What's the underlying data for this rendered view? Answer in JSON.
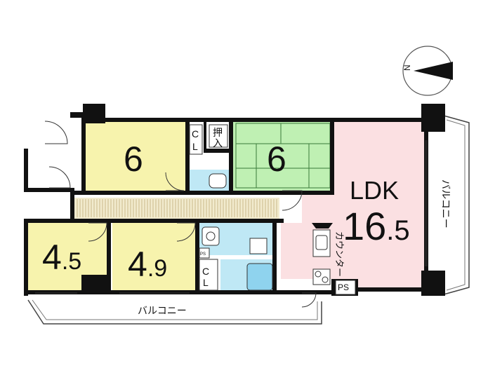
{
  "rooms": {
    "western_room_a": {
      "size": "6",
      "color": "#f7f3ad"
    },
    "japanese_room": {
      "size": "6",
      "color": "#bff0b3"
    },
    "ldk": {
      "name": "LDK",
      "size_int": "16",
      "size_dec": ".5",
      "color": "#fbe0e2"
    },
    "western_room_b": {
      "size_int": "4",
      "size_dec": ".5",
      "color": "#f7f3ad"
    },
    "western_room_c": {
      "size_int": "4",
      "size_dec": ".9",
      "color": "#f7f3ad"
    }
  },
  "storage": {
    "closet_a": [
      "C",
      "L"
    ],
    "oshiire": [
      "押",
      "入"
    ],
    "closet_b": [
      "C",
      "L"
    ],
    "ps": "PS",
    "ps_small": "PS"
  },
  "counter": "カウンター",
  "balconies": {
    "south": "バルコニー",
    "east": "バルコニー"
  },
  "compass": {
    "north_letter": "N"
  },
  "colors": {
    "hall": "#f2ebce",
    "wet_area": "#bfe8f5",
    "wall": "#111111"
  }
}
